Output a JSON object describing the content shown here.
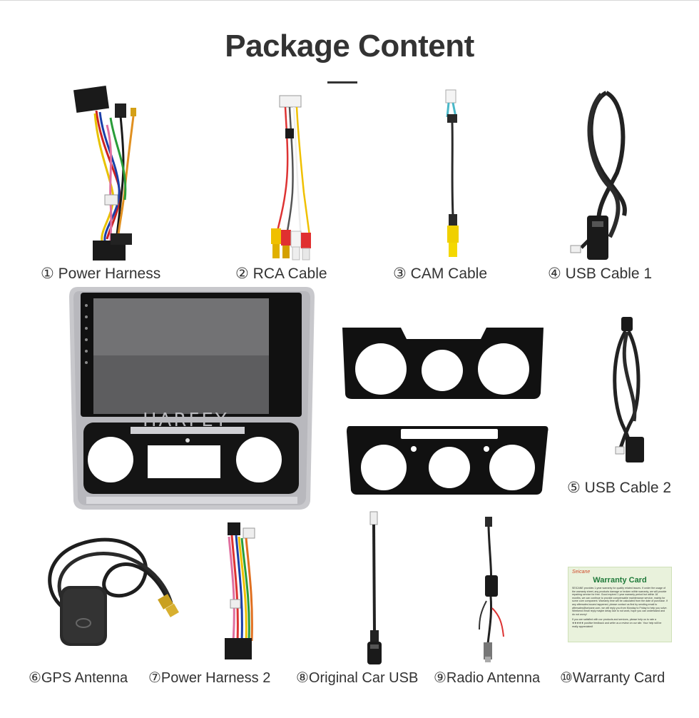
{
  "header": {
    "title": "Package Content"
  },
  "items": [
    {
      "label": "① Power Harness"
    },
    {
      "label": "② RCA Cable"
    },
    {
      "label": "③ CAM Cable"
    },
    {
      "label": "④ USB Cable 1"
    },
    {
      "label": "⑤ USB Cable 2"
    },
    {
      "label": "⑥GPS Antenna"
    },
    {
      "label": "⑦Power Harness 2"
    },
    {
      "label": "⑧Original Car USB"
    },
    {
      "label": "⑨Radio Antenna"
    },
    {
      "label": "⑩Warranty Card"
    }
  ],
  "head_unit": {
    "brand": "HARFEY"
  },
  "warranty_card": {
    "brand": "Seicane",
    "heading": "Warranty Card",
    "body_1": "SEICANE provides 1-year warranty for quality related issues. If under the usage of the warranty sheet, any products damage or broken within warranty, we will provide repairing service for free. Good expired 1 year warranty period but within 18 months, we can continue to provide compensable maintenance service, mainly for some core component. Warranty time will be calculated from the date of purchase. If any aftersales issues happened, please contact us first by sending email to aftersales@seicane.com, we will reply you from Monday to Friday to help you solve. Weekend email reply maybe delay due to not work, hope you can understand and do not worry!",
    "body_2": "If you are satisfied with our products and services, please help us to rate a ★★★★★ positive feedback and write us a review on our site. Your help will be really appreciated!"
  }
}
